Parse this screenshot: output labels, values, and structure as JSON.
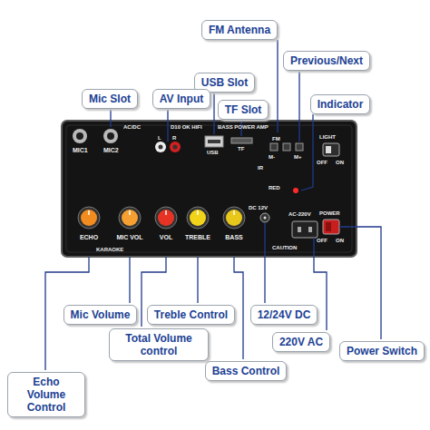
{
  "diagram": {
    "nodes": [
      {
        "text": [
          "FM Antenna"
        ]
      },
      {
        "text": [
          "Previous/Next"
        ]
      },
      {
        "text": [
          "USB Slot"
        ]
      },
      {
        "text": [
          "Mic Slot"
        ]
      },
      {
        "text": [
          "AV Input"
        ]
      },
      {
        "text": [
          "Indicator"
        ]
      },
      {
        "text": [
          "TF Slot"
        ]
      },
      {
        "text": [
          "Mic Volume"
        ]
      },
      {
        "text": [
          "Treble Control"
        ]
      },
      {
        "text": [
          "12/24V DC"
        ]
      },
      {
        "text": [
          "Total Volume control"
        ]
      },
      {
        "text": [
          "220V AC"
        ]
      },
      {
        "text": [
          "Power Switch"
        ]
      },
      {
        "text": [
          "Bass Control"
        ]
      },
      {
        "text": [
          "Echo Volume Control"
        ]
      }
    ],
    "labels": [
      "MIC1",
      "MIC2",
      "AC/DC",
      "D10 OK HIFI",
      "L",
      "R",
      "USB",
      "TF",
      "BASS POWER AMP",
      "FM",
      "M-",
      "M+",
      "IR",
      "RED",
      "LIGHT",
      "OFF",
      "ON",
      "POWER",
      "OFF",
      "ON",
      "ECHO",
      "MIC VOL",
      "VOL",
      "TREBLE",
      "BASS",
      "DC 12V",
      "AC-220V",
      "KARAOKE",
      "CAUTION"
    ]
  }
}
